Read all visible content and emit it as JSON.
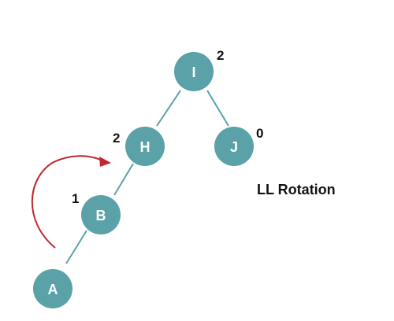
{
  "caption": "LL Rotation",
  "colors": {
    "node_fill": "#5aa1a8",
    "node_text": "#ffffff",
    "edge": "#5aa1a8",
    "arrow": "#c0282c",
    "label_text": "#111111"
  },
  "nodes": {
    "I": {
      "label": "I",
      "balance": "2"
    },
    "H": {
      "label": "H",
      "balance": "2"
    },
    "J": {
      "label": "J",
      "balance": "0"
    },
    "B": {
      "label": "B",
      "balance": "1"
    },
    "A": {
      "label": "A",
      "balance": ""
    }
  },
  "edges": [
    {
      "from": "I",
      "to": "H"
    },
    {
      "from": "I",
      "to": "J"
    },
    {
      "from": "H",
      "to": "B"
    },
    {
      "from": "B",
      "to": "A"
    }
  ],
  "rotation_arrow": {
    "from": "A",
    "to": "H",
    "icon": "curved-arrow-icon"
  }
}
